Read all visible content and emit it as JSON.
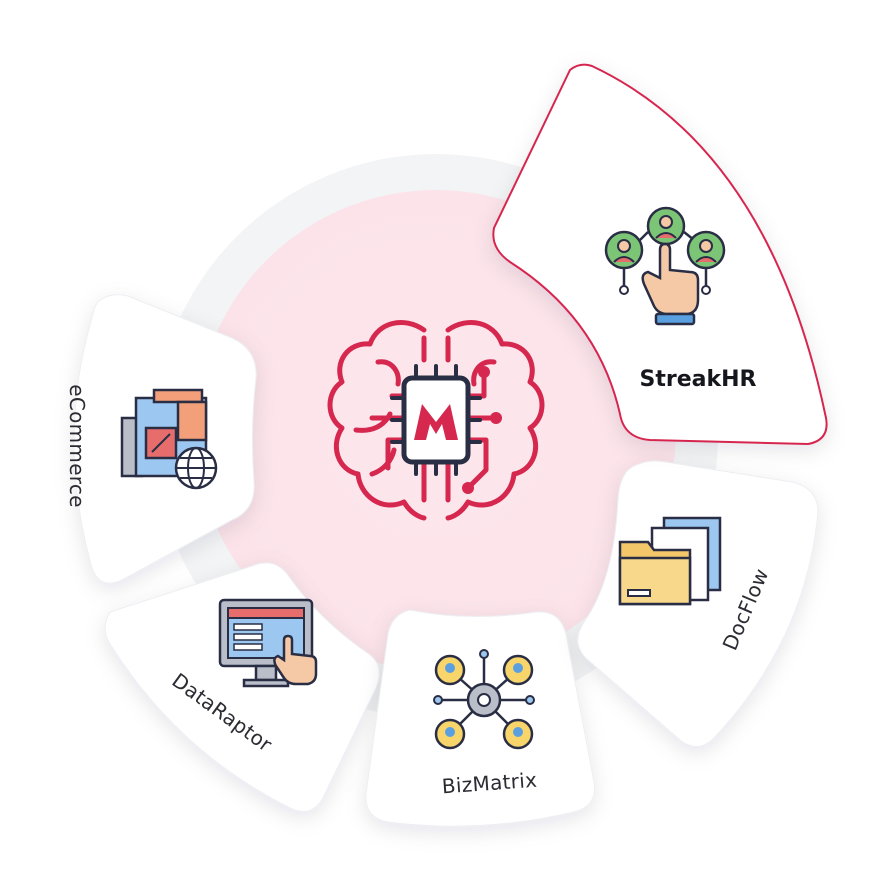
{
  "diagram": {
    "center": {
      "icon": "brain-chip-m-logo-icon"
    },
    "segments": [
      {
        "key": "streakhr",
        "label": "StreakHR",
        "icon": "hr-network-hand-icon",
        "active": true
      },
      {
        "key": "docflow",
        "label": "DocFlow",
        "icon": "folder-documents-icon",
        "active": false
      },
      {
        "key": "bizmatrix",
        "label": "BizMatrix",
        "icon": "people-network-gear-icon",
        "active": false
      },
      {
        "key": "dataraptor",
        "label": "DataRaptor",
        "icon": "monitor-pointer-icon",
        "active": false
      },
      {
        "key": "ecommerce",
        "label": "eCommerce",
        "icon": "store-globe-icon",
        "active": false
      }
    ]
  },
  "colors": {
    "accent": "#d6284f",
    "center_fill": "#fde9ee",
    "ring": "#f3f4f6",
    "card": "#ffffff",
    "text": "#2b2b33"
  }
}
